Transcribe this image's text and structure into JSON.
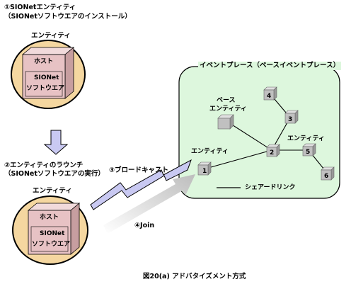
{
  "diagram": {
    "step1": {
      "line1": "①SIONetエンティティ",
      "line2": "（SIONetソフトウエアのインストール）"
    },
    "entity_top": {
      "title": "エンティティ",
      "box_top": "ホスト",
      "box_front_1": "SIONet",
      "box_front_2": "ソフトウエア"
    },
    "step2": {
      "line1": "②エンティティのラウンチ",
      "line2": "（SIONetソフトウエアの実行）"
    },
    "entity_bottom": {
      "title": "エンティティ",
      "box_top": "ホスト",
      "box_front_1": "SIONet",
      "box_front_2": "ソフトウエア"
    },
    "step3": "③ブロードキャスト",
    "step4": "④Join",
    "event_place": {
      "title": "イベントプレース（ベースイベントプレース）",
      "base_entity_1": "ベース",
      "base_entity_2": "エンティティ",
      "entity_left": "エンティティ",
      "entity_right": "エンティティ",
      "nodes": [
        "1",
        "2",
        "3",
        "4",
        "5",
        "6"
      ],
      "shared_link": "シェアードリンク"
    },
    "caption": "図20(a)  アドバタイズメント方式",
    "colors": {
      "ellipse_fill": "#F5D7A0",
      "cube_front": "#E7C2C4",
      "cube_top": "#F1DADB",
      "cube_side": "#C79EA0",
      "event_place_fill": "#DDF7DD",
      "arrow_fill": "#C9C9F2",
      "node_fill": "#C0C0C0"
    }
  }
}
